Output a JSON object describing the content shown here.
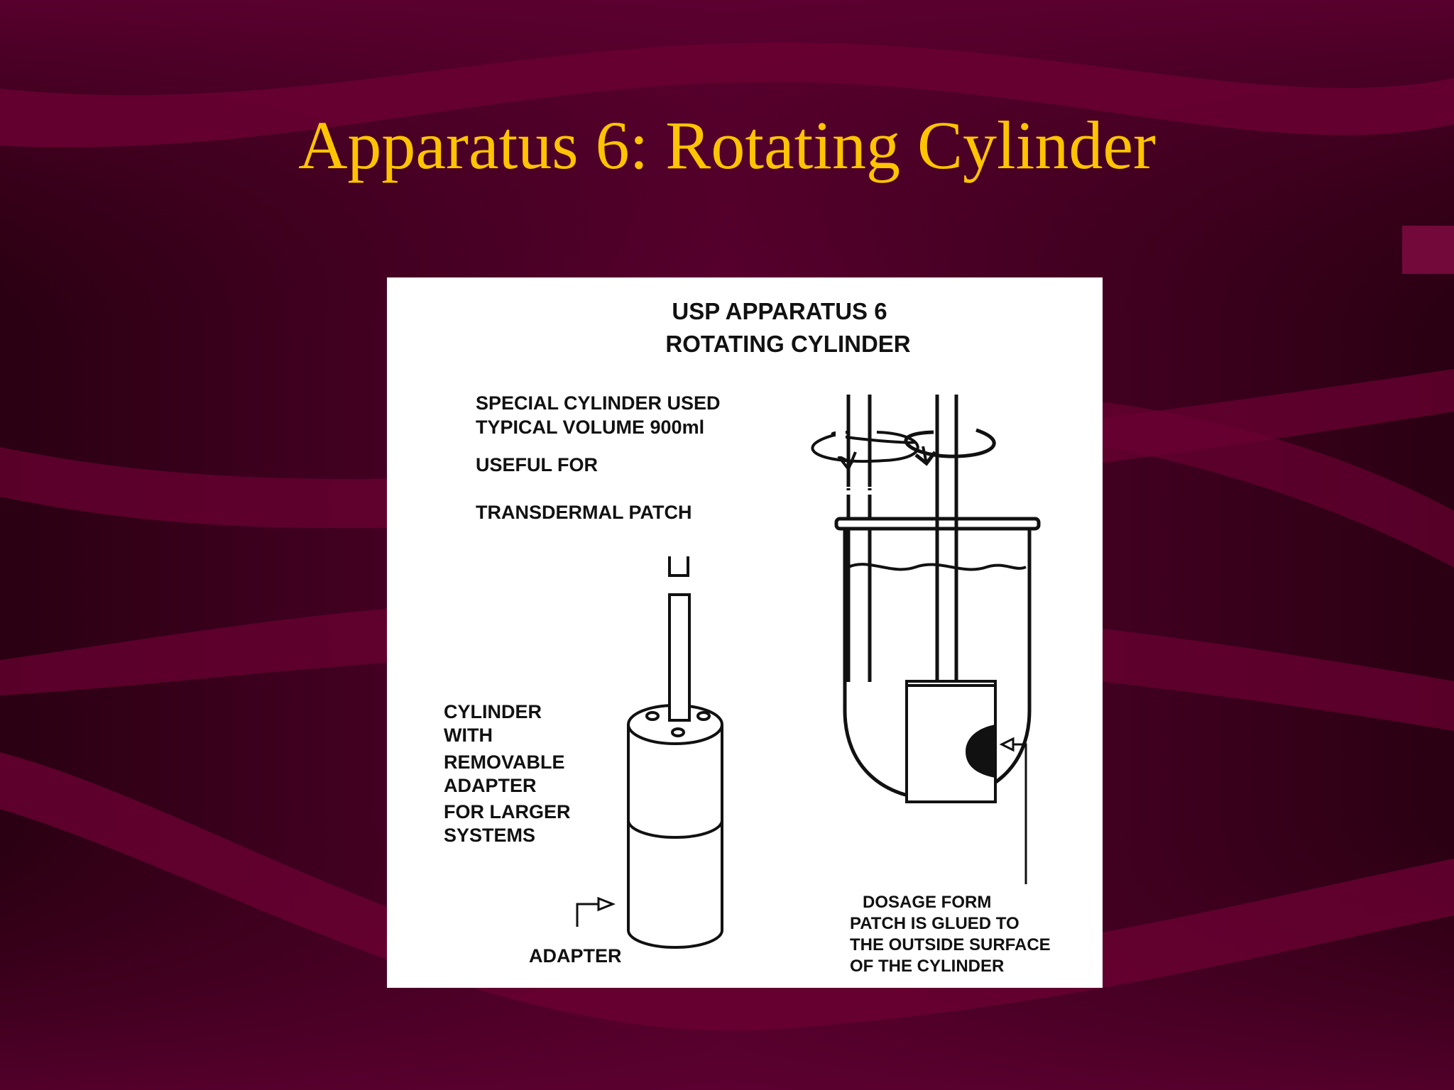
{
  "slide": {
    "title": "Apparatus 6: Rotating Cylinder"
  },
  "figure": {
    "heading_line1": "USP APPARATUS 6",
    "heading_line2": "ROTATING CYLINDER",
    "notes": [
      "SPECIAL CYLINDER USED",
      "TYPICAL VOLUME 900ml",
      "USEFUL FOR",
      "TRANSDERMAL PATCH"
    ],
    "cylinder_label": [
      "CYLINDER",
      "WITH",
      "REMOVABLE",
      "ADAPTER",
      "FOR LARGER",
      "SYSTEMS"
    ],
    "adapter_label": "ADAPTER",
    "dosage_label": [
      "DOSAGE FORM",
      "PATCH IS GLUED TO",
      "THE OUTSIDE SURFACE",
      "OF THE CYLINDER"
    ]
  },
  "colors": {
    "background": "#3a0019",
    "wave": "#6a0032",
    "title": "#ffc400",
    "panel": "#ffffff",
    "ink": "#111111"
  }
}
